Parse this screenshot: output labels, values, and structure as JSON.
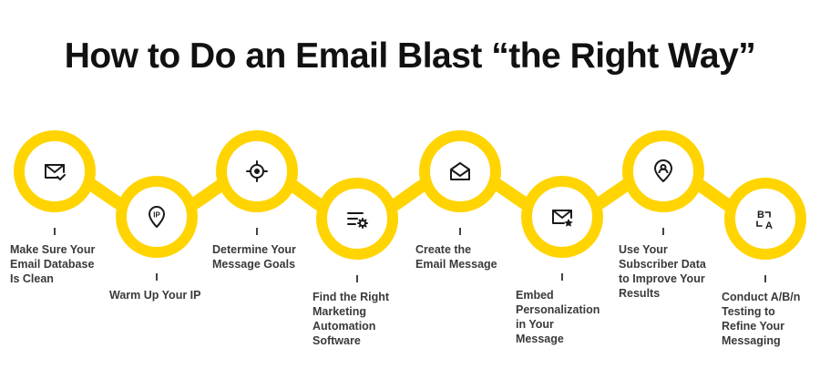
{
  "title": "How to Do an Email Blast “the Right Way”",
  "colors": {
    "accent": "#FFD400",
    "text": "#3a3a3a",
    "title": "#111111",
    "icon": "#1a1a1a"
  },
  "steps": [
    {
      "icon": "email-check-icon",
      "lines": [
        "Make Sure Your",
        "Email Database",
        "Is Clean"
      ]
    },
    {
      "icon": "ip-pin-icon",
      "lines": [
        "Warm Up Your IP"
      ]
    },
    {
      "icon": "target-icon",
      "lines": [
        "Determine Your",
        "Message Goals"
      ]
    },
    {
      "icon": "list-gear-icon",
      "lines": [
        "Find the Right",
        "Marketing",
        "Automation",
        "Software"
      ]
    },
    {
      "icon": "open-envelope-icon",
      "lines": [
        "Create the",
        "Email Message"
      ]
    },
    {
      "icon": "email-star-icon",
      "lines": [
        "Embed",
        "Personalization",
        "in Your",
        "Message"
      ]
    },
    {
      "icon": "user-pin-icon",
      "lines": [
        "Use Your",
        "Subscriber Data",
        "to Improve Your",
        "Results"
      ]
    },
    {
      "icon": "ab-test-icon",
      "lines": [
        "Conduct A/B/n",
        "Testing to",
        "Refine Your",
        "Messaging"
      ]
    }
  ]
}
